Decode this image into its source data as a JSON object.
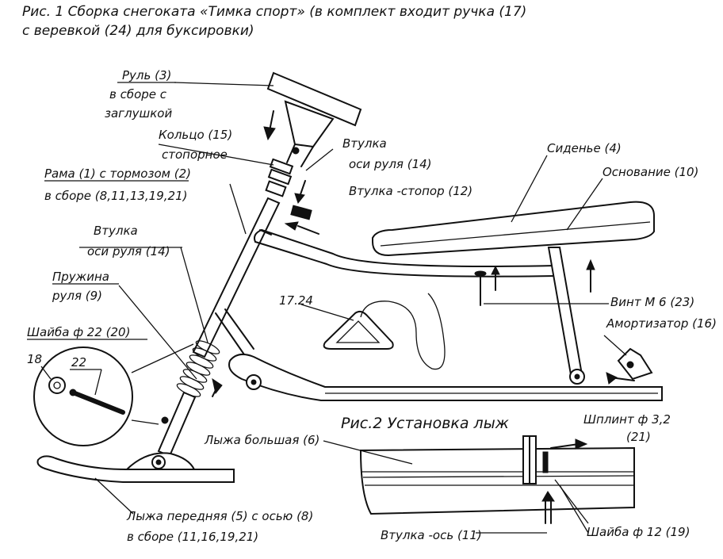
{
  "caption": {
    "line1": "Рис. 1 Сборка снегоката «Тимка спорт» (в комплект входит ручка (17)",
    "line2": "с веревкой (24) для буксировки)"
  },
  "labels": {
    "rul_1": "Руль (3)",
    "rul_2": "в сборе с",
    "rul_3": "заглушкой",
    "kolco_1": "Кольцо (15)",
    "kolco_2": "стопорное",
    "vtulka_osi_top_1": "Втулка",
    "vtulka_osi_top_2": "оси руля (14)",
    "vtulka_stopor": "Втулка -стопор (12)",
    "rama_1": "Рама (1) с тормозом (2)",
    "rama_2": "в сборе (8,11,13,19,21)",
    "sidenie": "Сиденье (4)",
    "osnovanie": "Основание (10)",
    "vtulka_osi_left_1": "Втулка",
    "vtulka_osi_left_2": "оси руля (14)",
    "pruzhina_1": "Пружина",
    "pruzhina_2": "руля (9)",
    "handle": "17.24",
    "vint": "Винт М 6 (23)",
    "amortizator": "Амортизатор (16)",
    "shaiba22": "Шайба ф 22 (20)",
    "num18": "18",
    "num22": "22",
    "fig2_title": "Рис.2 Установка лыж",
    "shplint_1": "Шплинт ф 3,2",
    "shplint_2": "(21)",
    "lyzha_bolshaya": "Лыжа большая (6)",
    "lyzha_1": "Лыжа передняя (5) с осью (8)",
    "lyzha_2": "в сборе (11,16,19,21)",
    "vtulka_os": "Втулка -ось (11)",
    "shaiba12": "Шайба ф 12 (19)"
  }
}
